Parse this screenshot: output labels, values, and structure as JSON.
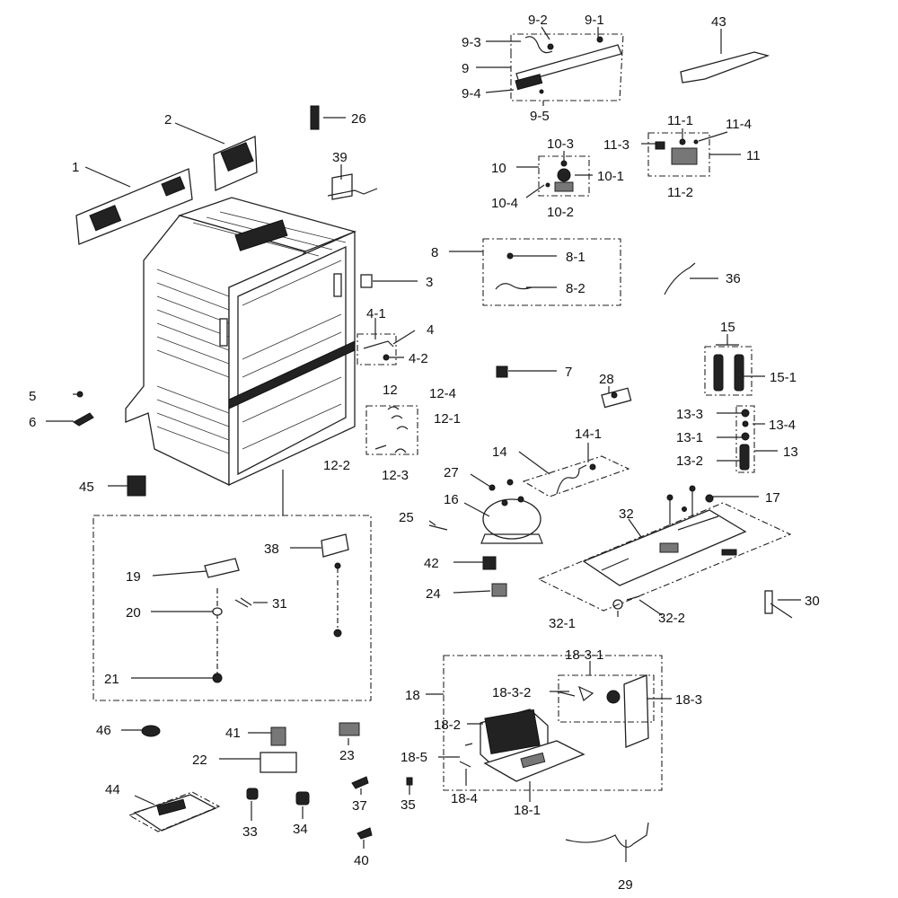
{
  "labels": {
    "l1": "1",
    "l2": "2",
    "l3": "3",
    "l4": "4",
    "l4_1": "4-1",
    "l4_2": "4-2",
    "l5": "5",
    "l6": "6",
    "l7": "7",
    "l8": "8",
    "l8_1": "8-1",
    "l8_2": "8-2",
    "l9": "9",
    "l9_1": "9-1",
    "l9_2": "9-2",
    "l9_3": "9-3",
    "l9_4": "9-4",
    "l9_5": "9-5",
    "l10": "10",
    "l10_1": "10-1",
    "l10_2": "10-2",
    "l10_3": "10-3",
    "l10_4": "10-4",
    "l11": "11",
    "l11_1": "11-1",
    "l11_2": "11-2",
    "l11_3": "11-3",
    "l11_4": "11-4",
    "l12": "12",
    "l12_1": "12-1",
    "l12_2": "12-2",
    "l12_3": "12-3",
    "l12_4": "12-4",
    "l13": "13",
    "l13_1": "13-1",
    "l13_2": "13-2",
    "l13_3": "13-3",
    "l13_4": "13-4",
    "l14": "14",
    "l14_1": "14-1",
    "l15": "15",
    "l15_1": "15-1",
    "l16": "16",
    "l17": "17",
    "l18": "18",
    "l18_1": "18-1",
    "l18_2": "18-2",
    "l18_3": "18-3",
    "l18_3_1": "18-3-1",
    "l18_3_2": "18-3-2",
    "l18_4": "18-4",
    "l18_5": "18-5",
    "l19": "19",
    "l20": "20",
    "l21": "21",
    "l22": "22",
    "l23": "23",
    "l24": "24",
    "l25": "25",
    "l26": "26",
    "l27": "27",
    "l28": "28",
    "l29": "29",
    "l30": "30",
    "l31": "31",
    "l32": "32",
    "l32_1": "32-1",
    "l32_2": "32-2",
    "l33": "33",
    "l34": "34",
    "l35": "35",
    "l36": "36",
    "l37": "37",
    "l38": "38",
    "l39": "39",
    "l40": "40",
    "l41": "41",
    "l42": "42",
    "l43": "43",
    "l44": "44",
    "l45": "45",
    "l46": "46"
  },
  "colors": {
    "ink": "#222222",
    "background": "#ffffff"
  }
}
